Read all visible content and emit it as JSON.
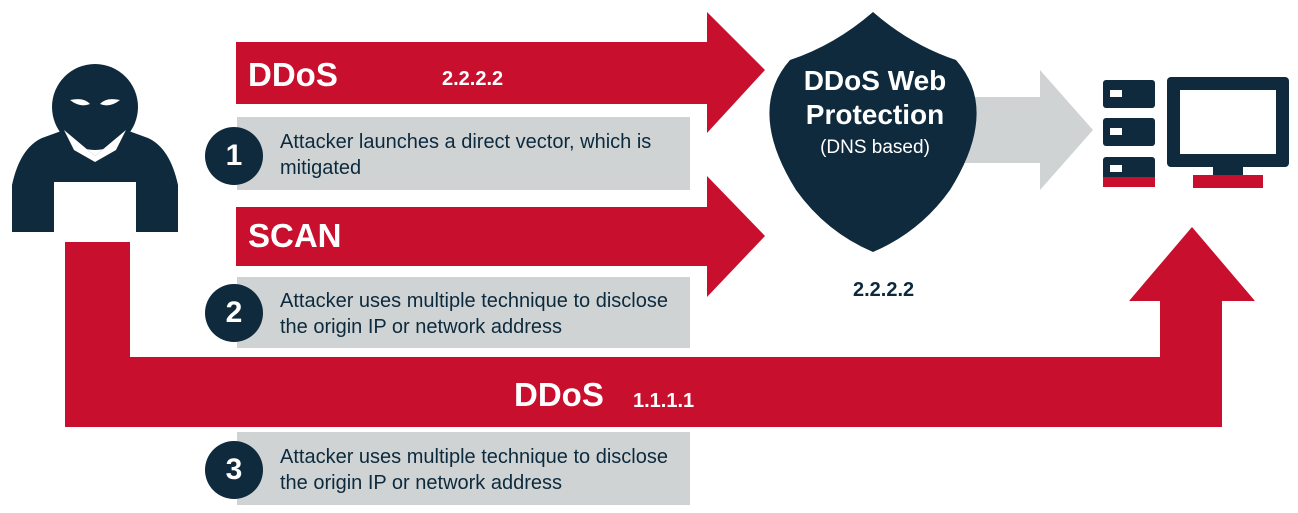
{
  "steps": [
    {
      "number": "1",
      "text": "Attacker launches a direct vector, which is mitigated"
    },
    {
      "number": "2",
      "text": "Attacker uses multiple technique to disclose the origin IP or network address"
    },
    {
      "number": "3",
      "text": "Attacker uses multiple technique to disclose the origin IP or network address"
    }
  ],
  "arrows": {
    "ddos_top": {
      "label": "DDoS",
      "ip": "2.2.2.2"
    },
    "scan": {
      "label": "SCAN"
    },
    "ddos_bottom": {
      "label": "DDoS",
      "ip": "1.1.1.1"
    }
  },
  "shield": {
    "title": "DDoS Web Protection",
    "subtitle": "(DNS based)",
    "ip": "2.2.2.2"
  },
  "colors": {
    "red": "#c8102e",
    "navy": "#0e2a3c",
    "gray": "#d0d3d4"
  },
  "icons": [
    "attacker-icon",
    "server-rack-icon",
    "monitor-icon"
  ]
}
